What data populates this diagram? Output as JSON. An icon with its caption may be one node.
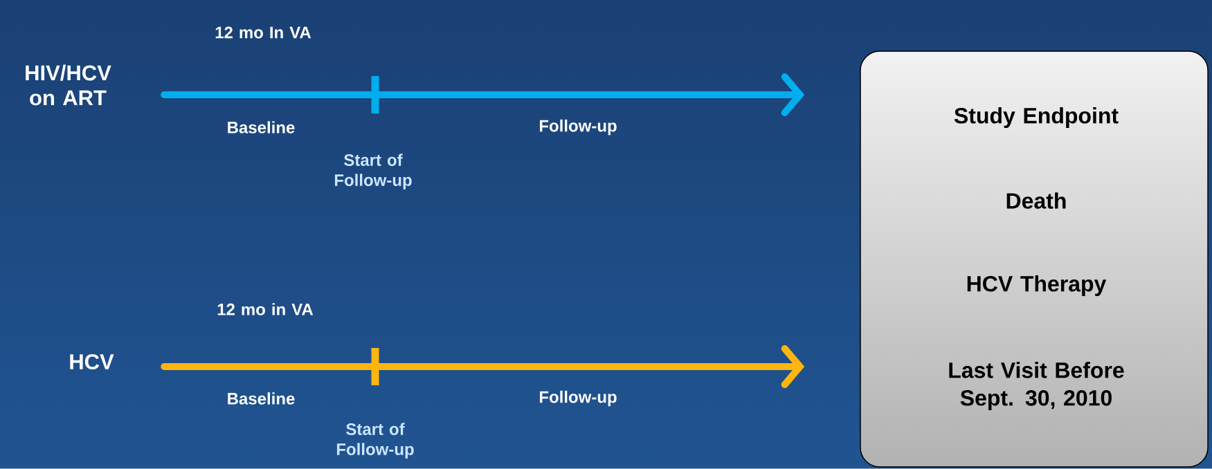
{
  "diagram": {
    "nodes": [
      {
        "text": [
          "HIV/HCV on ART"
        ]
      },
      {
        "text": [
          "HCV"
        ]
      },
      {
        "text": [
          "Study Endpoint",
          "Death",
          "HCV Therapy",
          "Last Visit Before Sept. 30, 2010"
        ]
      }
    ],
    "edges": [
      {
        "from": 0,
        "to": 2,
        "arrow": "to",
        "color": "#00aeef"
      },
      {
        "from": 1,
        "to": 2,
        "arrow": "to",
        "color": "#ffb50f"
      }
    ],
    "labels": [
      "12 mo In VA",
      "Baseline",
      "Follow-up",
      "Start of Follow-up",
      "12 mo in VA",
      "Baseline",
      "Follow-up",
      "Start of Follow-up"
    ]
  }
}
